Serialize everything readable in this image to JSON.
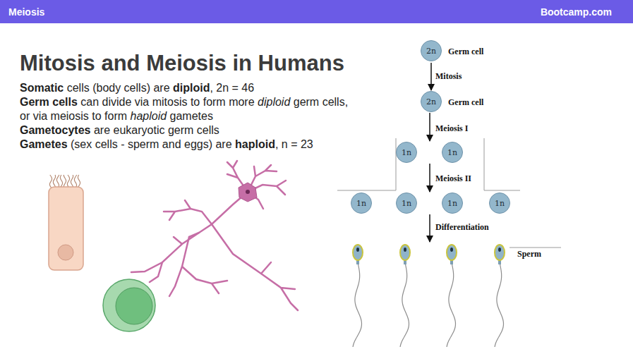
{
  "diagram": {
    "title": "Mitosis and Meiosis in Humans",
    "nodes": [
      {
        "text": [
          "2n",
          "Germ cell"
        ]
      },
      {
        "text": [
          "2n",
          "Germ cell"
        ]
      },
      {
        "text": [
          "1n"
        ]
      },
      {
        "text": [
          "1n"
        ]
      },
      {
        "text": [
          "1n"
        ]
      },
      {
        "text": [
          "1n"
        ]
      },
      {
        "text": [
          "1n"
        ]
      },
      {
        "text": [
          "1n"
        ]
      }
    ],
    "edges": [
      {
        "from": 0,
        "to": 1,
        "label": "Mitosis",
        "arrow": "to"
      }
    ],
    "labels": [
      "Meiosis",
      "Bootcamp.com",
      "Somatic",
      " cells (body cells) are ",
      "diploid",
      ", 2n = 46",
      "Germ cells",
      " can divide via mitosis to form more ",
      "diploid",
      " germ cells, or via meiosis to form ",
      "haploid",
      " gametes",
      "Gametocytes",
      " are eukaryotic germ cells",
      "Gametes",
      " (sex cells - sperm and eggs) are ",
      "haploid",
      ", n = 23",
      "Meiosis I",
      "Meiosis II",
      "Differentiation",
      "Sperm"
    ]
  }
}
